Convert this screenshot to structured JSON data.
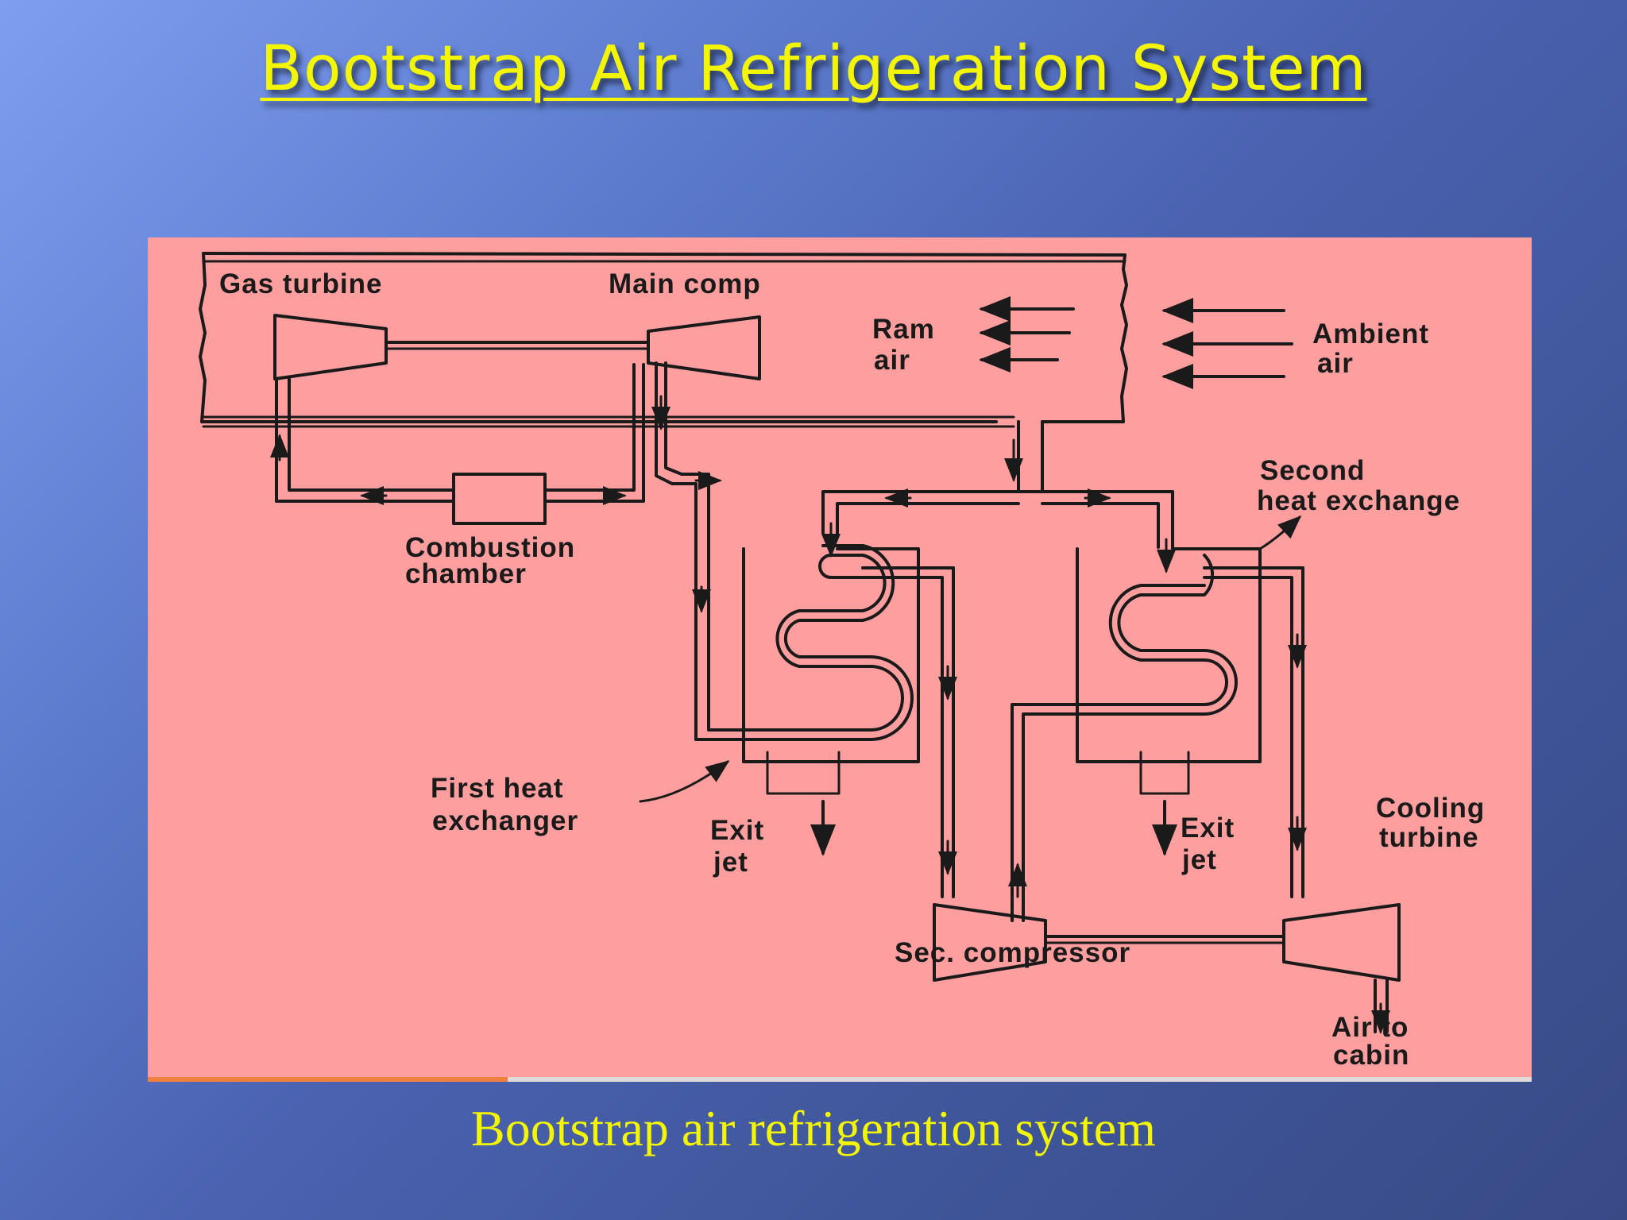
{
  "slide": {
    "title": "Bootstrap Air Refrigeration System",
    "caption": "Bootstrap air refrigeration system",
    "colors": {
      "title": "#f4f600",
      "panel": "#ff9e9e",
      "ink": "#1a1a1a"
    }
  },
  "diagram": {
    "labels": {
      "gas_turbine": "Gas turbine",
      "main_comp": "Main comp",
      "ram_air_1": "Ram",
      "ram_air_2": "air",
      "ambient_air_1": "Ambient",
      "ambient_air_2": "air",
      "combustion_1": "Combustion",
      "combustion_2": "chamber",
      "second_hx_1": "Second",
      "second_hx_2": "heat exchange",
      "first_hx_1": "First heat",
      "first_hx_2": "exchanger",
      "exit_jet_left_1": "Exit",
      "exit_jet_left_2": "jet",
      "exit_jet_right_1": "Exit",
      "exit_jet_right_2": "jet",
      "cooling_turbine_1": "Cooling",
      "cooling_turbine_2": "turbine",
      "sec_compressor": "Sec. compressor",
      "air_to_cabin_1": "Air to",
      "air_to_cabin_2": "cabin"
    }
  }
}
